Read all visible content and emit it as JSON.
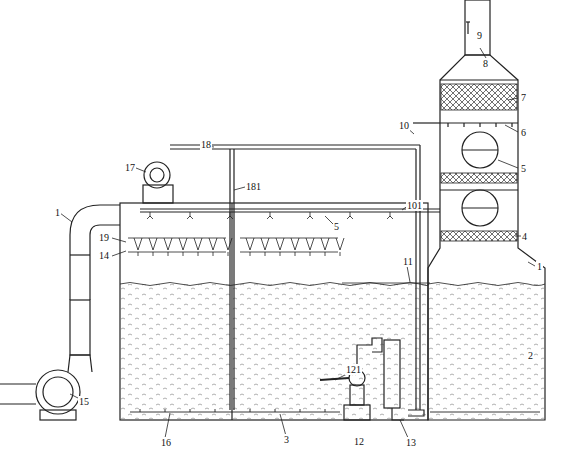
{
  "diagram": {
    "labels": [
      "1",
      "19",
      "14",
      "17",
      "18",
      "181",
      "5",
      "10",
      "101",
      "11",
      "1",
      "2",
      "4",
      "5",
      "6",
      "7",
      "8",
      "9",
      "121",
      "12",
      "13",
      "15",
      "16",
      "3"
    ]
  }
}
